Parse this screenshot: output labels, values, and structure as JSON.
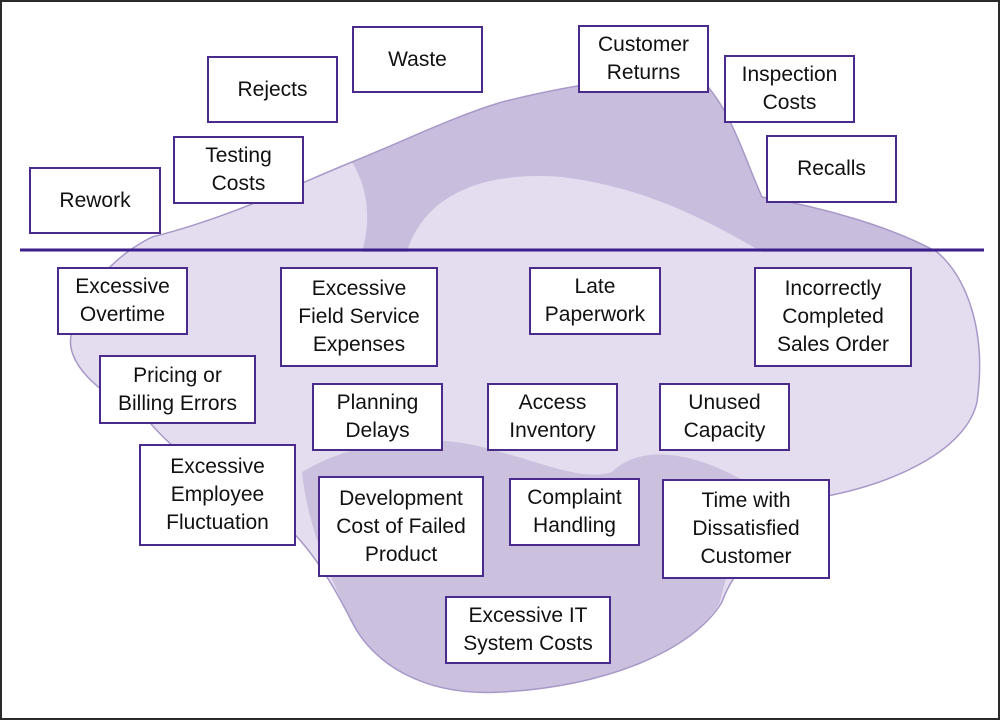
{
  "diagram": {
    "colors": {
      "box_border": "#4a2b8c",
      "waterline": "#3b1f8a",
      "iceberg_fill": "#e4ddef",
      "iceberg_shade": "#b7a9d2",
      "iceberg_outline": "#a898c8"
    },
    "visible_costs": {
      "rework": "Rework",
      "testing_costs": "Testing\nCosts",
      "rejects": "Rejects",
      "waste": "Waste",
      "customer_returns": "Customer\nReturns",
      "inspection_costs": "Inspection\nCosts",
      "recalls": "Recalls"
    },
    "hidden_costs": {
      "excessive_overtime": "Excessive\nOvertime",
      "excessive_field_service": "Excessive\nField Service\nExpenses",
      "late_paperwork": "Late\nPaperwork",
      "incorrect_sales_order": "Incorrectly\nCompleted\nSales Order",
      "pricing_billing_errors": "Pricing or\nBilling Errors",
      "planning_delays": "Planning\nDelays",
      "access_inventory": "Access\nInventory",
      "unused_capacity": "Unused\nCapacity",
      "employee_fluctuation": "Excessive\nEmployee\nFluctuation",
      "failed_product_cost": "Development\nCost of Failed\nProduct",
      "complaint_handling": "Complaint\nHandling",
      "dissatisfied_customer": "Time with\nDissatisfied\nCustomer",
      "it_system_costs": "Excessive IT\nSystem Costs"
    }
  }
}
